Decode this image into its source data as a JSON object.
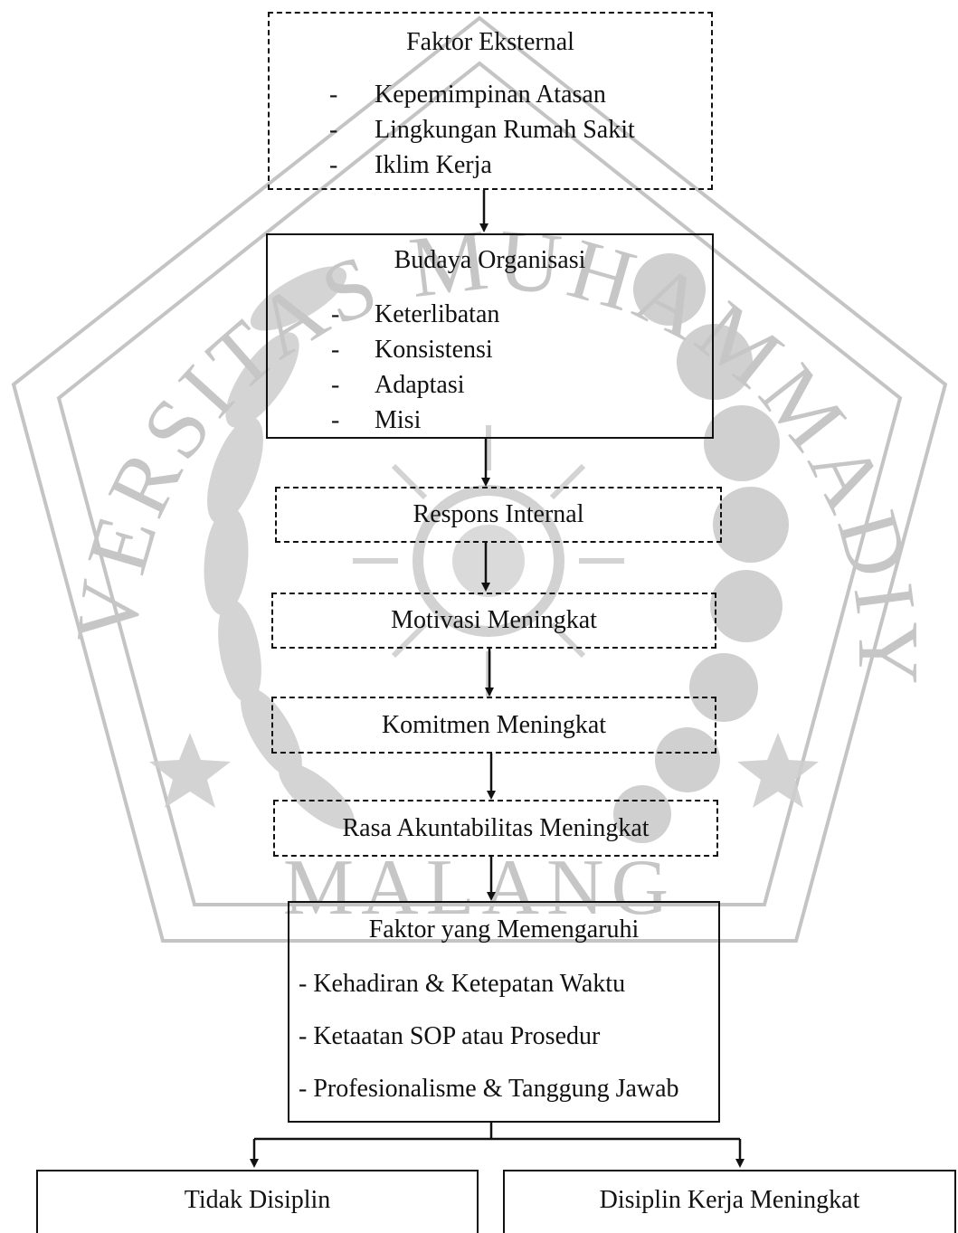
{
  "watermark": {
    "ring_text_top": "UNIVERSITAS MUHAMMADIYAH",
    "ring_text_bottom": "MALANG",
    "color": "#bdbdbd"
  },
  "boxes": {
    "faktor_eksternal": {
      "title": "Faktor Eksternal",
      "items": [
        "Kepemimpinan Atasan",
        "Lingkungan Rumah Sakit",
        "Iklim Kerja"
      ]
    },
    "budaya_organisasi": {
      "title": "Budaya Organisasi",
      "items": [
        "Keterlibatan",
        "Konsistensi",
        "Adaptasi",
        "Misi"
      ]
    },
    "respons_internal": {
      "label": "Respons Internal"
    },
    "motivasi": {
      "label": "Motivasi Meningkat"
    },
    "komitmen": {
      "label": "Komitmen Meningkat"
    },
    "akuntabilitas": {
      "label": "Rasa Akuntabilitas Meningkat"
    },
    "faktor_memengaruhi": {
      "title": "Faktor yang Memengaruhi",
      "items": [
        "- Kehadiran & Ketepatan Waktu",
        "- Ketaatan SOP atau Prosedur",
        "- Profesionalisme & Tanggung Jawab"
      ]
    },
    "tidak_disiplin": {
      "label": "Tidak Disiplin"
    },
    "disiplin_meningkat": {
      "label": "Disiplin Kerja Meningkat"
    }
  }
}
